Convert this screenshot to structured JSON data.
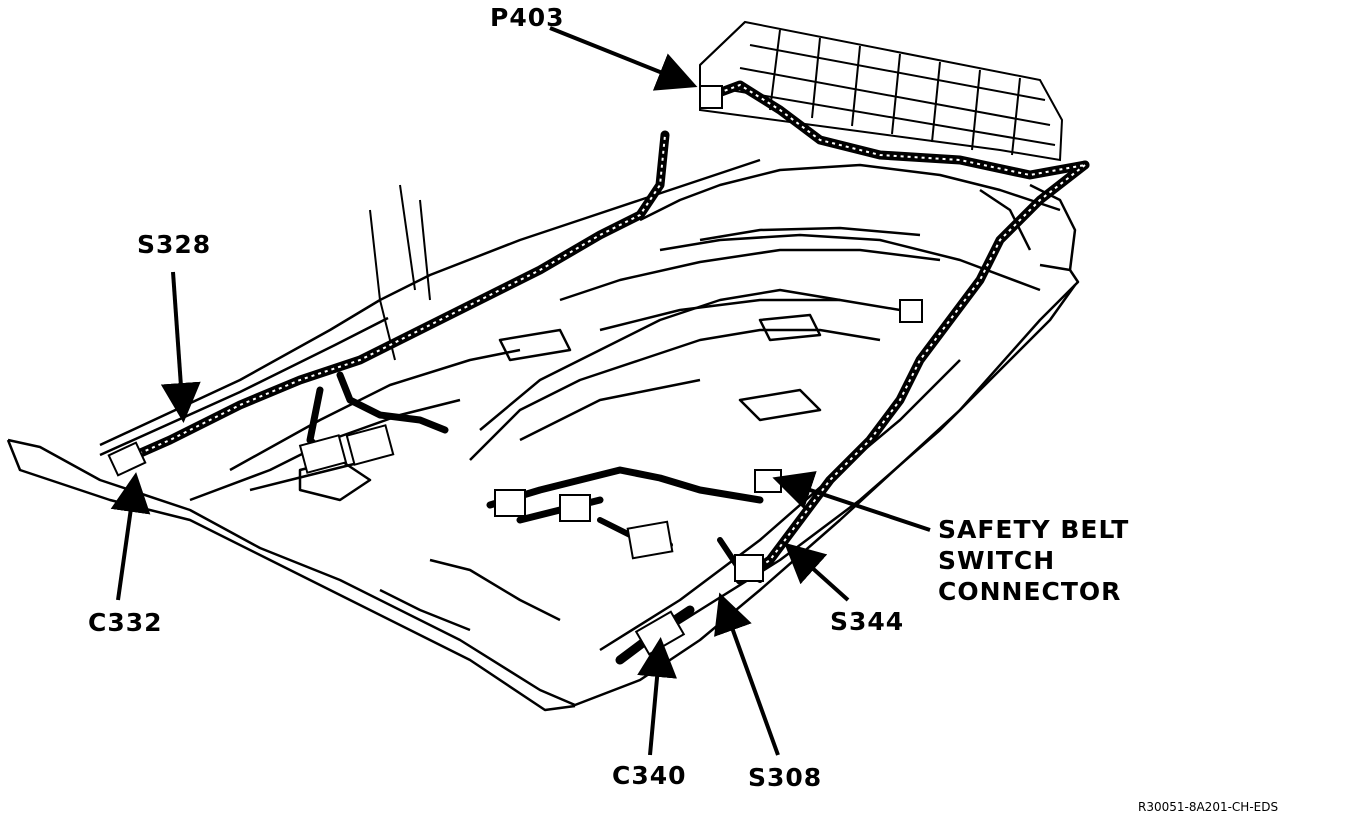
{
  "labels": {
    "p403": "P403",
    "s328": "S328",
    "c332": "C332",
    "c340": "C340",
    "s308": "S308",
    "s344": "S344",
    "safety_belt_line1": "SAFETY BELT",
    "safety_belt_line2": "SWITCH",
    "safety_belt_line3": "CONNECTOR"
  },
  "figure_code": "R30051-8A201-CH-EDS",
  "colors": {
    "ink": "#000000",
    "paper": "#ffffff"
  }
}
